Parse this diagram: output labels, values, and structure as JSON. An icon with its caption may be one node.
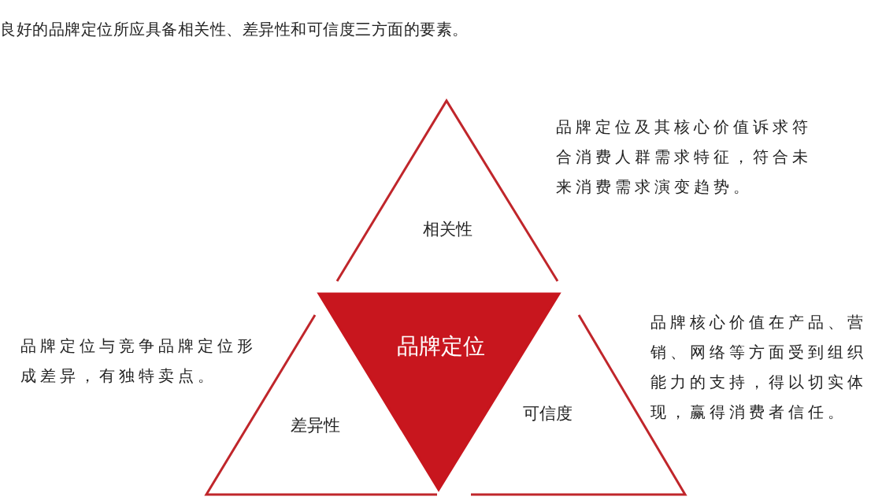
{
  "diagram": {
    "title": "良好的品牌定位所应具备相关性、差异性和可信度三方面的要素。",
    "nodes": [
      {
        "text": [
          "相关性"
        ],
        "beside": [
          "品牌定位及其核心价值诉求符合消费人群需求特征，符合未来消费需求演变趋势。"
        ]
      },
      {
        "text": [
          "品牌定位"
        ]
      },
      {
        "text": [
          "差异性"
        ],
        "beside": [
          "品牌定位与竞争品牌定位形成差异，有独特卖点。"
        ]
      },
      {
        "text": [
          "可信度"
        ],
        "beside": [
          "品牌核心价值在产品、营销、网络等方面受到组织能力的支持，得以切实体现，赢得消费者信任。"
        ]
      }
    ]
  }
}
